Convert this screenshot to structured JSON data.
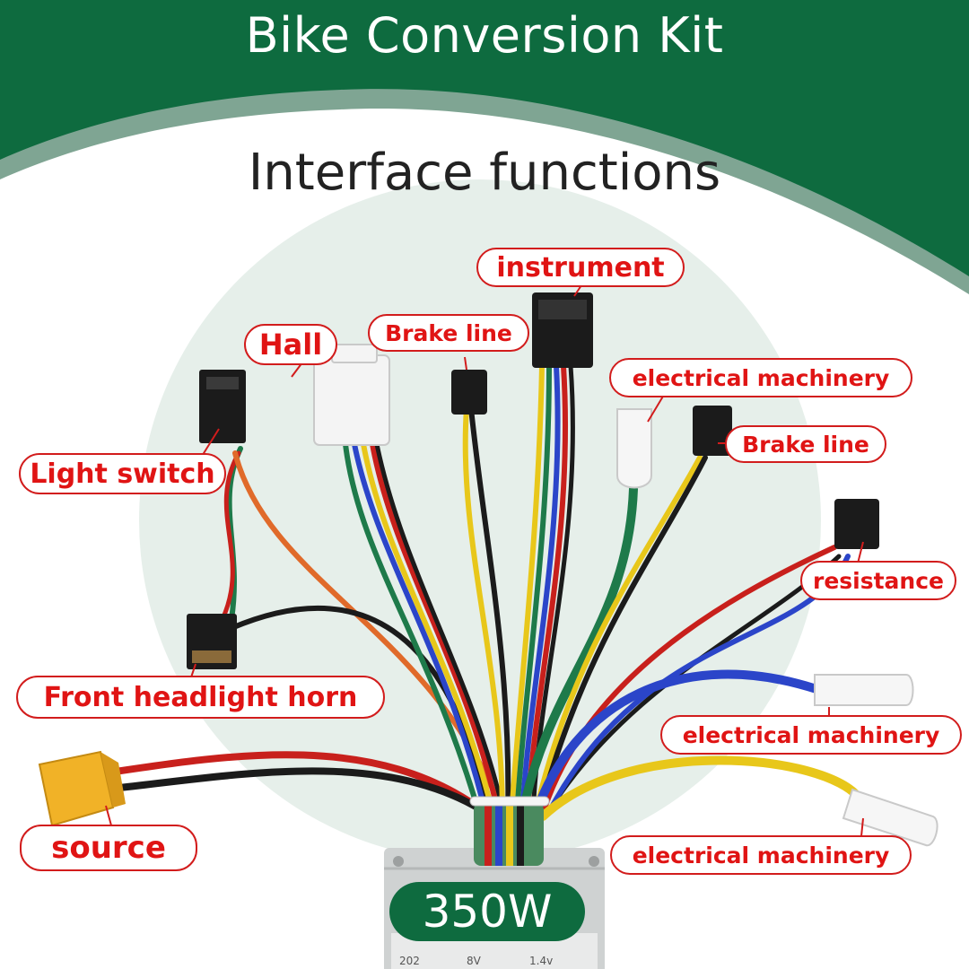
{
  "header": {
    "title": "Bike Conversion Kit",
    "subtitle": "Interface functions"
  },
  "labels": {
    "instrument": "instrument",
    "hall": "Hall",
    "brake_line_top": "Brake line",
    "electrical_machinery_top": "electrical machinery",
    "brake_line_right": "Brake line",
    "light_switch": "Light switch",
    "resistance": "resistance",
    "front_headlight_horn": "Front headlight horn",
    "electrical_machinery_mid": "electrical machinery",
    "source": "source",
    "electrical_machinery_bottom": "electrical machinery"
  },
  "badge": {
    "power": "350W"
  },
  "colors": {
    "brand_green": "#0e6b3f",
    "label_red": "#e01414"
  }
}
